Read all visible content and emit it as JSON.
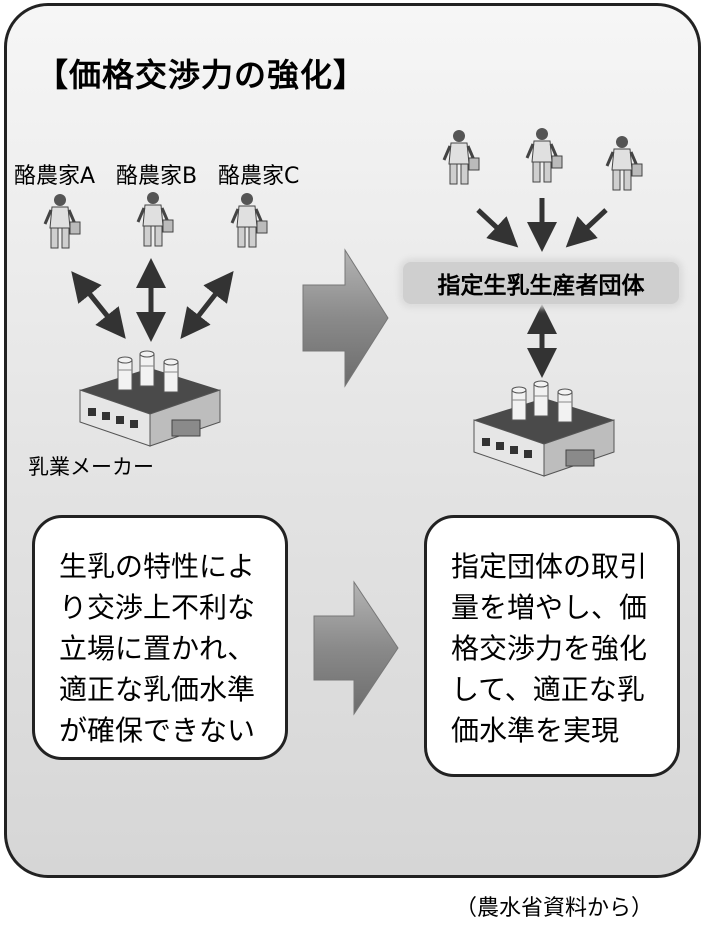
{
  "title": "【価格交渉力の強化】",
  "farmers": [
    "酪農家A",
    "酪農家B",
    "酪農家C"
  ],
  "maker_label": "乳業メーカー",
  "organization_label": "指定生乳生産者団体",
  "before_text": [
    "生乳の特性によ",
    "り交渉上不利な",
    "立場に置かれ、",
    "適正な乳価水準",
    "が確保できない"
  ],
  "after_text": [
    "指定団体の取引",
    "量を増やし、価",
    "格交渉力を強化",
    "して、適正な乳",
    "価水準を実現"
  ],
  "source": "（農水省資料から）",
  "colors": {
    "arrow_fill": "#8a8a8a",
    "panel_border": "#222222",
    "org_box": "#cfcfcf"
  }
}
